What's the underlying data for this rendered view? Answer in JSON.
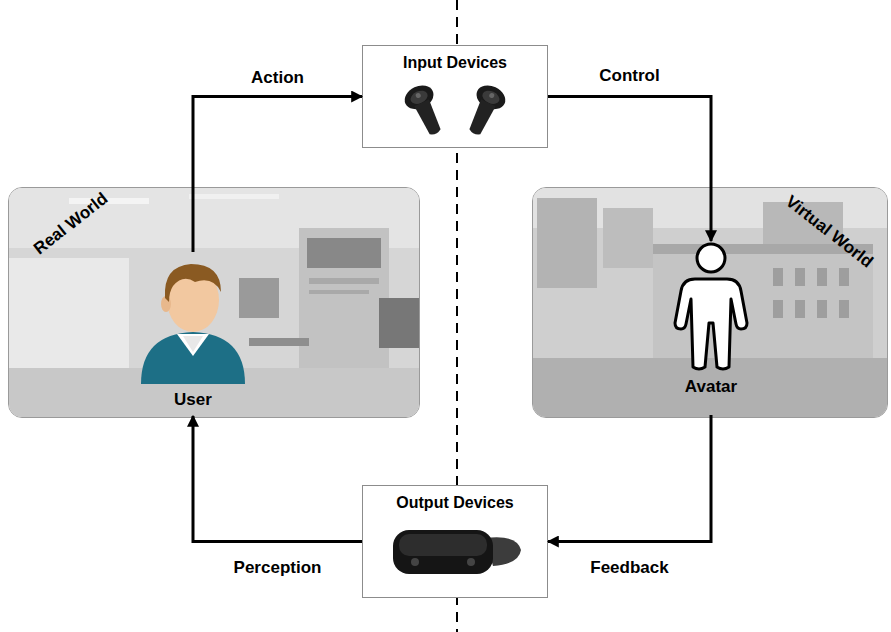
{
  "diagram": {
    "nodes": [
      {
        "text": [
          "Input Devices"
        ]
      },
      {
        "text": [
          "Real World"
        ]
      },
      {
        "text": [
          "User"
        ],
        "in": 1
      },
      {
        "text": [
          "Virtual World"
        ]
      },
      {
        "text": [
          "Avatar"
        ],
        "in": 3
      },
      {
        "text": [
          "Output Devices"
        ]
      }
    ],
    "edges": [
      {
        "from": 2,
        "to": 0,
        "label": "Action",
        "arrow": "to"
      },
      {
        "from": 0,
        "to": 4,
        "label": "Control",
        "arrow": "to"
      },
      {
        "from": 4,
        "to": 5,
        "label": "Feedback",
        "arrow": "to"
      },
      {
        "from": 5,
        "to": 2,
        "label": "Perception",
        "arrow": "to"
      }
    ]
  }
}
